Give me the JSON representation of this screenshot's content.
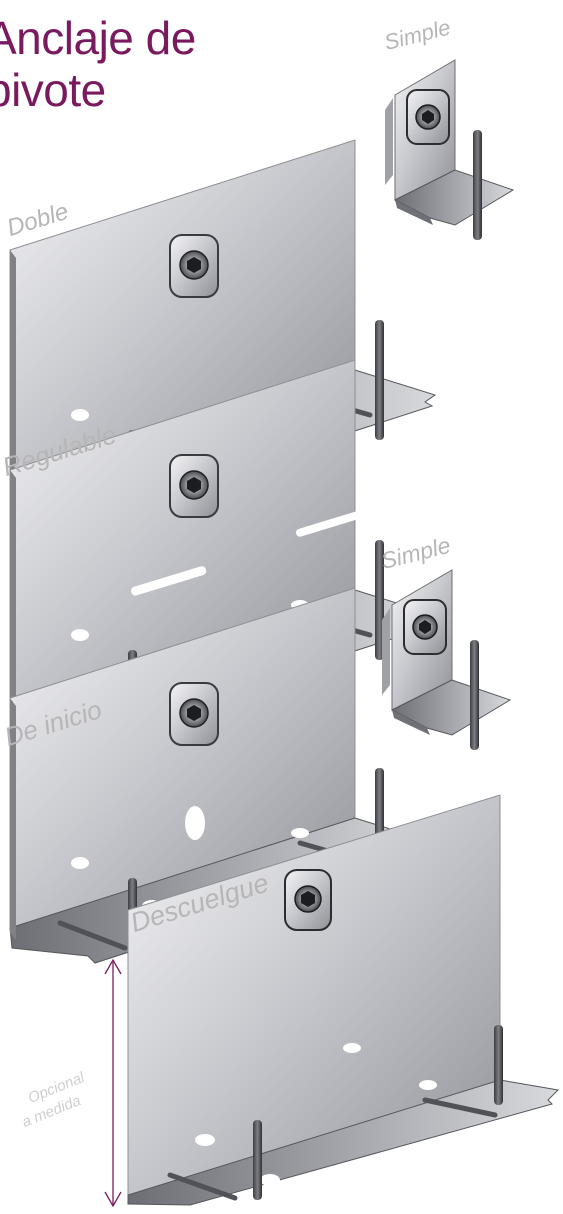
{
  "title": {
    "line1": "Anclaje de",
    "line2": "pivote"
  },
  "labels": {
    "simple_top": "Simple",
    "doble": "Doble",
    "regulable": "Regulable",
    "simple_mid": "Simple",
    "de_inicio": "De inicio",
    "descuelgue": "Descuelgue",
    "opcional_line1": "Opcional",
    "opcional_line2": "a medida"
  },
  "colors": {
    "title": "#7a1a5e",
    "label": "#b6b6b6",
    "arrow": "#7a1a5e",
    "steel_light": "#dcdde0",
    "steel_mid": "#a9abb0",
    "steel_dark": "#5a5c62"
  }
}
